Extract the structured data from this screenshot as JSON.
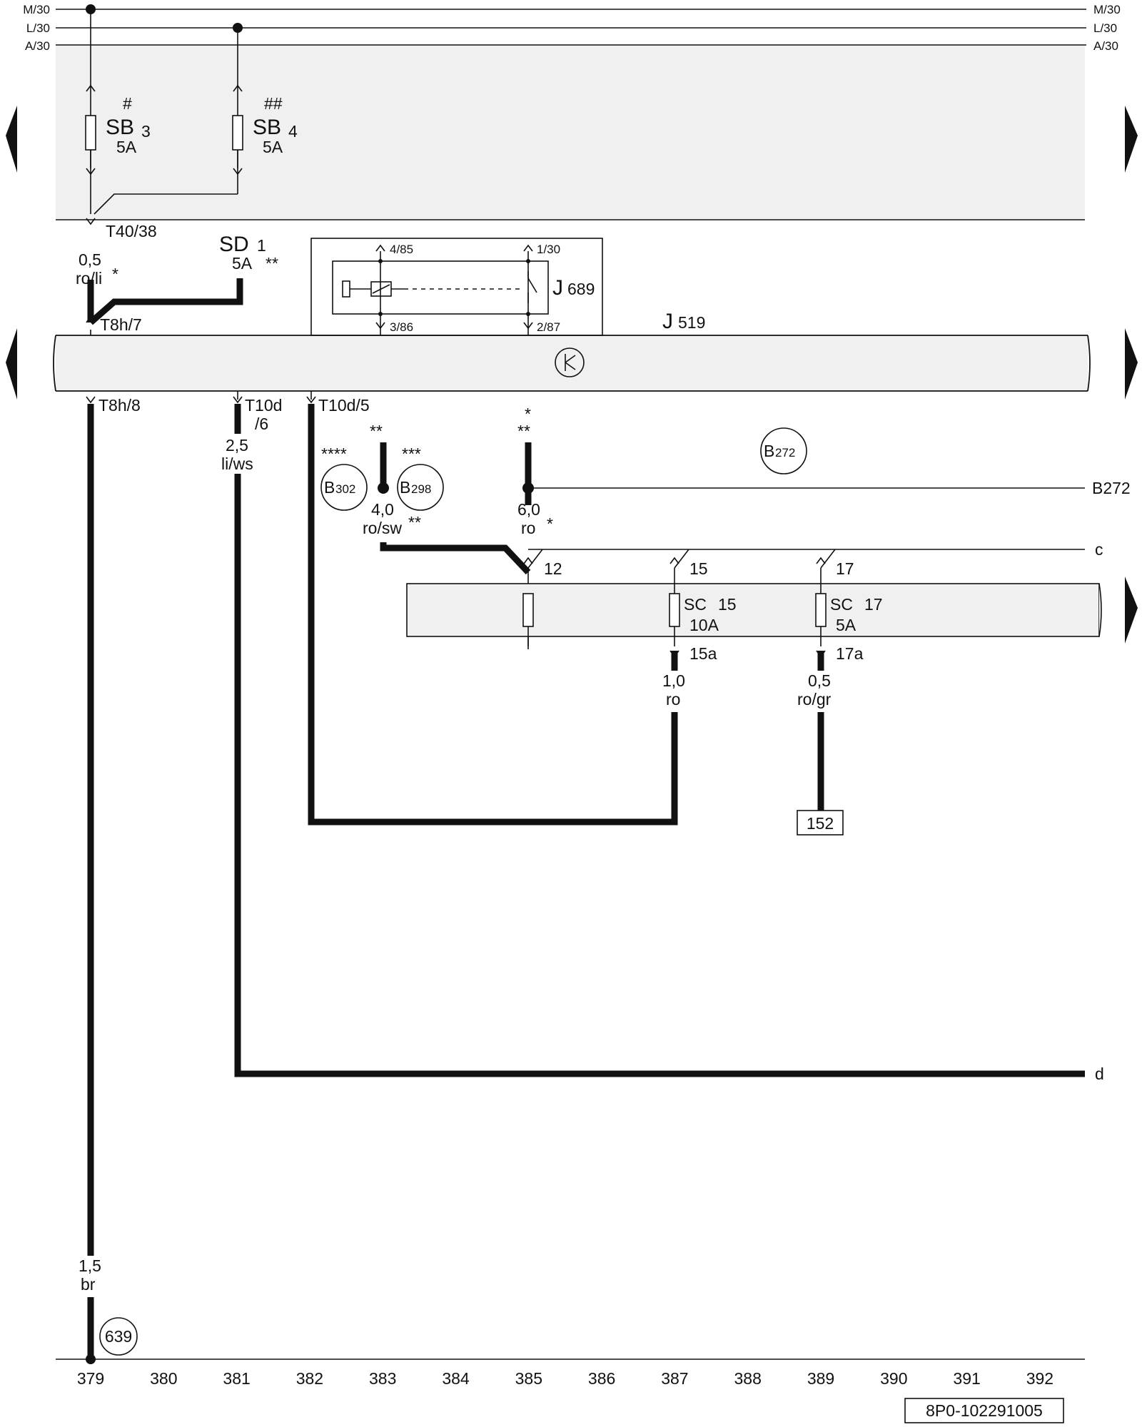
{
  "bus": {
    "left": [
      "M/30",
      "L/30",
      "A/30"
    ],
    "right": [
      "M/30",
      "L/30",
      "A/30"
    ]
  },
  "fuses_top": [
    {
      "mark": "#",
      "name": "SB",
      "num": "3",
      "rating": "5A"
    },
    {
      "mark": "##",
      "name": "SB",
      "num": "4",
      "rating": "5A"
    }
  ],
  "connector_t40": "T40/38",
  "wire_ro_li": {
    "size": "0,5",
    "color": "ro/li",
    "mark": "*"
  },
  "fuse_sd1": {
    "name": "SD",
    "num": "1",
    "rating": "5A",
    "mark": "**"
  },
  "pin_t8h7": "T8h/7",
  "relay": {
    "name": "J",
    "num": "689",
    "pins": [
      "4/85",
      "3/86",
      "1/30",
      "2/87"
    ]
  },
  "module": {
    "name": "J",
    "num": "519"
  },
  "pins_lower": [
    "T8h/8",
    "T10d",
    "/6",
    "T10d/5"
  ],
  "wire_li_ws": {
    "size": "2,5",
    "color": "li/ws"
  },
  "markers": {
    "m1": "****",
    "m2": "**",
    "m3": "***",
    "m4": "*",
    "m5": "**",
    "m_sw": "**",
    "m_ro": "*"
  },
  "circles": {
    "b302": {
      "name": "B",
      "num": "302"
    },
    "b298": {
      "name": "B",
      "num": "298"
    },
    "b272": {
      "name": "B",
      "num": "272"
    },
    "c639": "639"
  },
  "wire_ro_sw": {
    "size": "4,0",
    "color": "ro/sw"
  },
  "wire_ro_6": {
    "size": "6,0",
    "color": "ro"
  },
  "ref_b272": "B272",
  "ref_c": "c",
  "ref_d": "d",
  "fuse_block_pins": [
    "12",
    "15",
    "17"
  ],
  "fuses_sc": [
    {
      "name": "SC",
      "num": "15",
      "rating": "10A",
      "out": "15a"
    },
    {
      "name": "SC",
      "num": "17",
      "rating": "5A",
      "out": "17a"
    }
  ],
  "wire_ro_1": {
    "size": "1,0",
    "color": "ro"
  },
  "wire_ro_gr": {
    "size": "0,5",
    "color": "ro/gr"
  },
  "box_152": "152",
  "wire_br": {
    "size": "1,5",
    "color": "br"
  },
  "columns": [
    "379",
    "380",
    "381",
    "382",
    "383",
    "384",
    "385",
    "386",
    "387",
    "388",
    "389",
    "390",
    "391",
    "392"
  ],
  "doc_code": "8P0-102291005",
  "colors": {
    "shade": "#f0f0f0",
    "line": "#111111"
  }
}
